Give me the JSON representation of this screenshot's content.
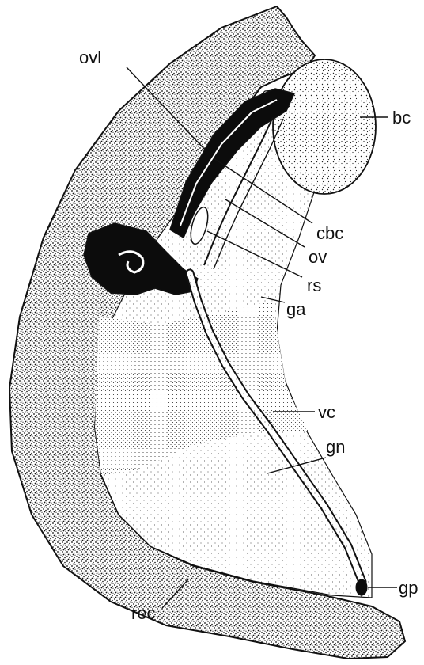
{
  "figure": {
    "labels": {
      "ovl": "ovl",
      "bc": "bc",
      "cbc": "cbc",
      "ov": "ov",
      "rs": "rs",
      "ga": "ga",
      "vc": "vc",
      "gn": "gn",
      "gp": "gp",
      "rec": "rec"
    },
    "colors": {
      "ink": "#111111",
      "paper": "#ffffff",
      "stipple_dark": "#2a2a2a",
      "stipple_light": "#9a9a9a"
    }
  }
}
